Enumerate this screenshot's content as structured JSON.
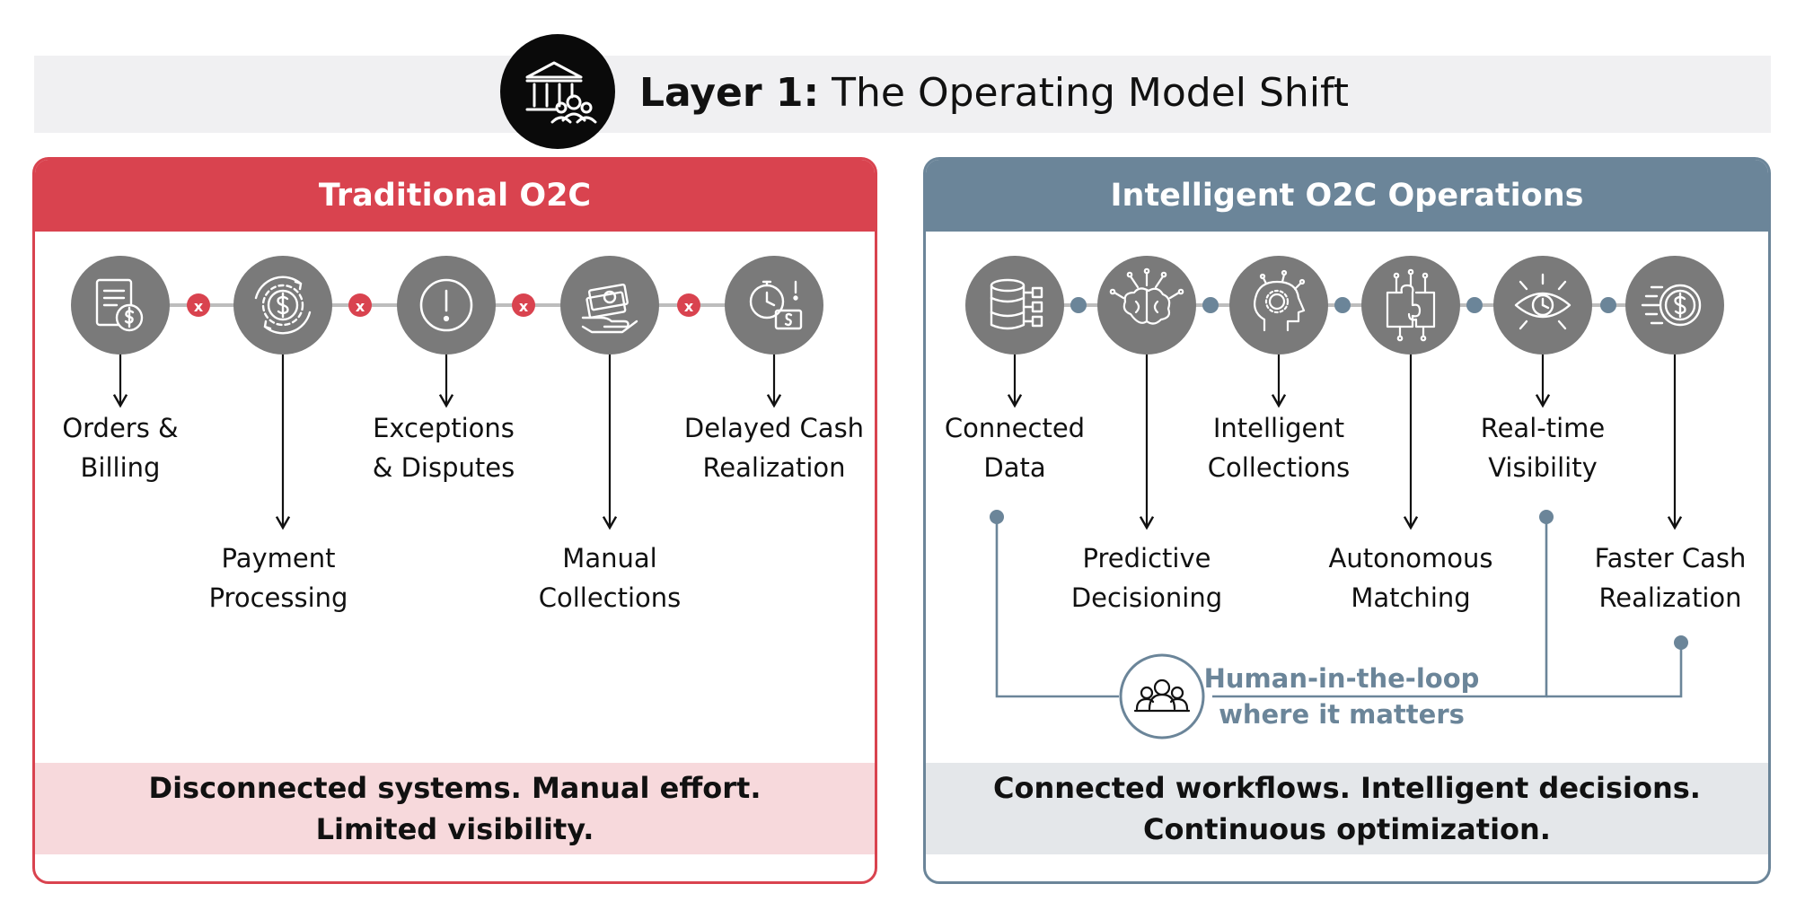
{
  "title": {
    "bold": "Layer 1:",
    "rest": " The Operating Model Shift",
    "icon": "bank-people-icon"
  },
  "colors": {
    "traditional": "#d9434f",
    "traditional_footer_bg": "#f7d9dc",
    "intelligent": "#6b8599",
    "intelligent_footer_bg": "#e4e7ea",
    "icon_circle": "#7a7a7a"
  },
  "traditional": {
    "header": "Traditional O2C",
    "stages": [
      {
        "icon": "invoice-dollar-icon",
        "lines": [
          "Orders &",
          "Billing"
        ]
      },
      {
        "icon": "gear-dollar-cycle-icon",
        "lines": [
          "Payment",
          "Processing"
        ]
      },
      {
        "icon": "exclamation-icon",
        "lines": [
          "Exceptions",
          "& Disputes"
        ]
      },
      {
        "icon": "hand-cash-icon",
        "lines": [
          "Manual",
          "Collections"
        ]
      },
      {
        "icon": "stopwatch-dollar-icon",
        "lines": [
          "Delayed Cash",
          "Realization"
        ]
      }
    ],
    "connector_mark": "x",
    "footer": [
      "Disconnected systems. Manual effort.",
      "Limited visibility."
    ]
  },
  "intelligent": {
    "header": "Intelligent O2C Operations",
    "stages": [
      {
        "icon": "database-icon",
        "lines": [
          "Connected",
          "Data"
        ]
      },
      {
        "icon": "brain-circuit-icon",
        "lines": [
          "Predictive",
          "Decisioning"
        ]
      },
      {
        "icon": "ai-head-gear-icon",
        "lines": [
          "Intelligent",
          "Collections"
        ]
      },
      {
        "icon": "puzzle-circuit-icon",
        "lines": [
          "Autonomous",
          "Matching"
        ]
      },
      {
        "icon": "eye-clock-icon",
        "lines": [
          "Real-time",
          "Visibility"
        ]
      },
      {
        "icon": "fast-dollar-coin-icon",
        "lines": [
          "Faster Cash",
          "Realization"
        ]
      }
    ],
    "human_loop": {
      "icon": "people-group-icon",
      "lines": [
        "Human-in-the-loop",
        "where it matters"
      ]
    },
    "footer": [
      "Connected workflows. Intelligent decisions.",
      "Continuous optimization."
    ]
  }
}
